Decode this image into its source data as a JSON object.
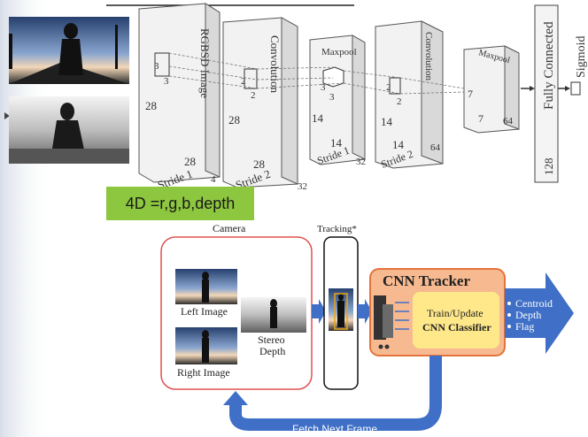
{
  "network": {
    "layers": [
      {
        "title": "RGBSD Image",
        "input_dims": "28",
        "bottom_dims": "28",
        "stride": "Stride 1",
        "kernel_a": "3",
        "kernel_b": "3",
        "depth": "4"
      },
      {
        "title": "Convolution",
        "input_dims": "28",
        "bottom_dims": "28",
        "stride": "Stride 2",
        "kernel_a": "2",
        "kernel_b": "2",
        "depth": "32"
      },
      {
        "title": "Maxpool",
        "input_dims": "14",
        "bottom_dims": "14",
        "stride": "Stride 1",
        "kernel_a": "3",
        "kernel_b": "3",
        "depth": "32"
      },
      {
        "title": "Convolution",
        "input_dims": "14",
        "bottom_dims": "14",
        "stride": "Stride 2",
        "kernel_a": "2",
        "kernel_b": "2",
        "depth": "64"
      },
      {
        "title": "Maxpool",
        "input_dims": "7",
        "bottom_dims": "7",
        "depth": "64"
      }
    ],
    "fully_connected": {
      "title": "Fully Connected",
      "size": "128"
    },
    "sigmoid": {
      "title": "Sigmoid"
    }
  },
  "encoding_note": "4D =r,g,b,depth",
  "pipeline": {
    "camera_title": "Camera",
    "left_image": "Left Image",
    "right_image": "Right Image",
    "stereo_depth_line1": "Stereo",
    "stereo_depth_line2": "Depth",
    "tracking_title": "Tracking*",
    "cnn_tracker_title": "CNN Tracker",
    "classifier_line1": "Train/Update",
    "classifier_line2": "CNN Classifier",
    "outputs": [
      "Centroid",
      "Depth",
      "Flag"
    ],
    "fetch_next_frame": "Fetch Next Frame"
  },
  "colors": {
    "green_note": "#8dc63f",
    "camera_border": "#e05050",
    "tracker_fill": "#f7b990",
    "classifier_fill": "#ffe88a",
    "arrow_blue": "#3f6fc6"
  }
}
